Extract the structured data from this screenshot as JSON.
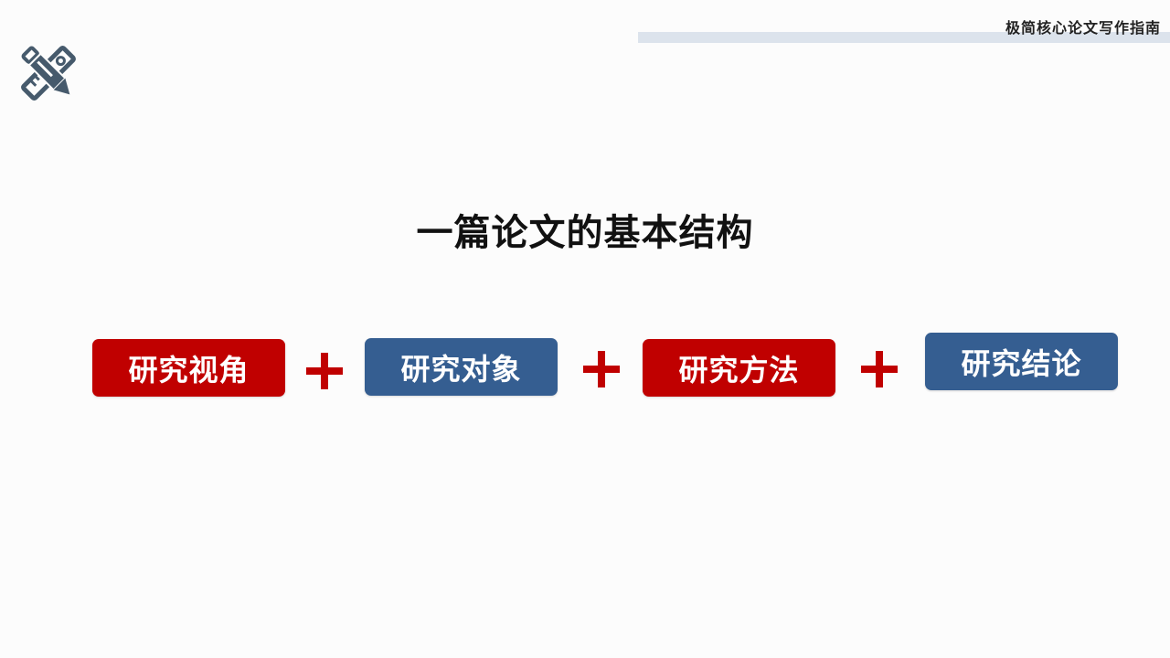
{
  "header": {
    "title": "极简核心论文写作指南",
    "logo_icon": "pencil-ruler-icon",
    "bar_color": "#dce3ec"
  },
  "main": {
    "title": "一篇论文的基本结构",
    "operator": "+",
    "boxes": [
      {
        "label": "研究视角",
        "color": "#c00000"
      },
      {
        "label": "研究对象",
        "color": "#355e91"
      },
      {
        "label": "研究方法",
        "color": "#c00000"
      },
      {
        "label": "研究结论",
        "color": "#355e91"
      }
    ]
  }
}
